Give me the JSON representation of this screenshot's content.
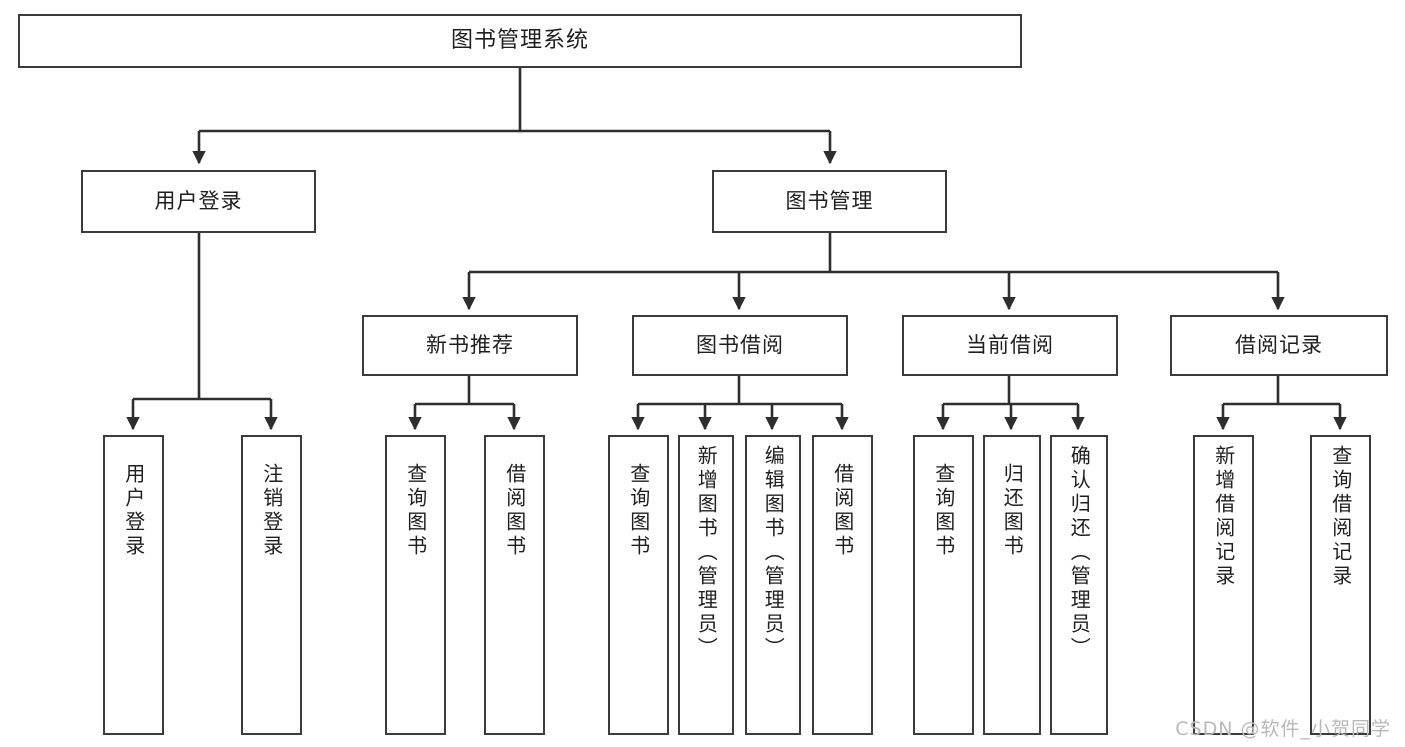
{
  "diagram": {
    "title": "图书管理系统",
    "watermark": "CSDN @软件_小贺同学",
    "colors": {
      "border": "#3b3b3b",
      "fill": "#ffffff",
      "text": "#1f1f1f",
      "connector": "#2e2e2e",
      "watermark": "#b9b9b9"
    },
    "root": {
      "label": "图书管理系统"
    },
    "level2": [
      {
        "label": "用户登录"
      },
      {
        "label": "图书管理"
      }
    ],
    "level3": [
      {
        "label": "新书推荐"
      },
      {
        "label": "图书借阅"
      },
      {
        "label": "当前借阅"
      },
      {
        "label": "借阅记录"
      }
    ],
    "leaves": {
      "user_login": [
        {
          "label": "用户登录"
        },
        {
          "label": "注销登录"
        }
      ],
      "new_book": [
        {
          "label": "查询图书"
        },
        {
          "label": "借阅图书"
        }
      ],
      "borrow": [
        {
          "label": "查询图书"
        },
        {
          "label": "新增图书（管理员）"
        },
        {
          "label": "编辑图书（管理员）"
        },
        {
          "label": "借阅图书"
        }
      ],
      "current": [
        {
          "label": "查询图书"
        },
        {
          "label": "归还图书"
        },
        {
          "label": "确认归还（管理员）"
        }
      ],
      "records": [
        {
          "label": "新增借阅记录"
        },
        {
          "label": "查询借阅记录"
        }
      ]
    }
  },
  "chart_data": {
    "type": "table",
    "title": "图书管理系统 功能结构图",
    "tree": {
      "name": "图书管理系统",
      "children": [
        {
          "name": "用户登录",
          "children": [
            {
              "name": "用户登录"
            },
            {
              "name": "注销登录"
            }
          ]
        },
        {
          "name": "图书管理",
          "children": [
            {
              "name": "新书推荐",
              "children": [
                {
                  "name": "查询图书"
                },
                {
                  "name": "借阅图书"
                }
              ]
            },
            {
              "name": "图书借阅",
              "children": [
                {
                  "name": "查询图书"
                },
                {
                  "name": "新增图书（管理员）"
                },
                {
                  "name": "编辑图书（管理员）"
                },
                {
                  "name": "借阅图书"
                }
              ]
            },
            {
              "name": "当前借阅",
              "children": [
                {
                  "name": "查询图书"
                },
                {
                  "name": "归还图书"
                },
                {
                  "name": "确认归还（管理员）"
                }
              ]
            },
            {
              "name": "借阅记录",
              "children": [
                {
                  "name": "新增借阅记录"
                },
                {
                  "name": "查询借阅记录"
                }
              ]
            }
          ]
        }
      ]
    }
  }
}
